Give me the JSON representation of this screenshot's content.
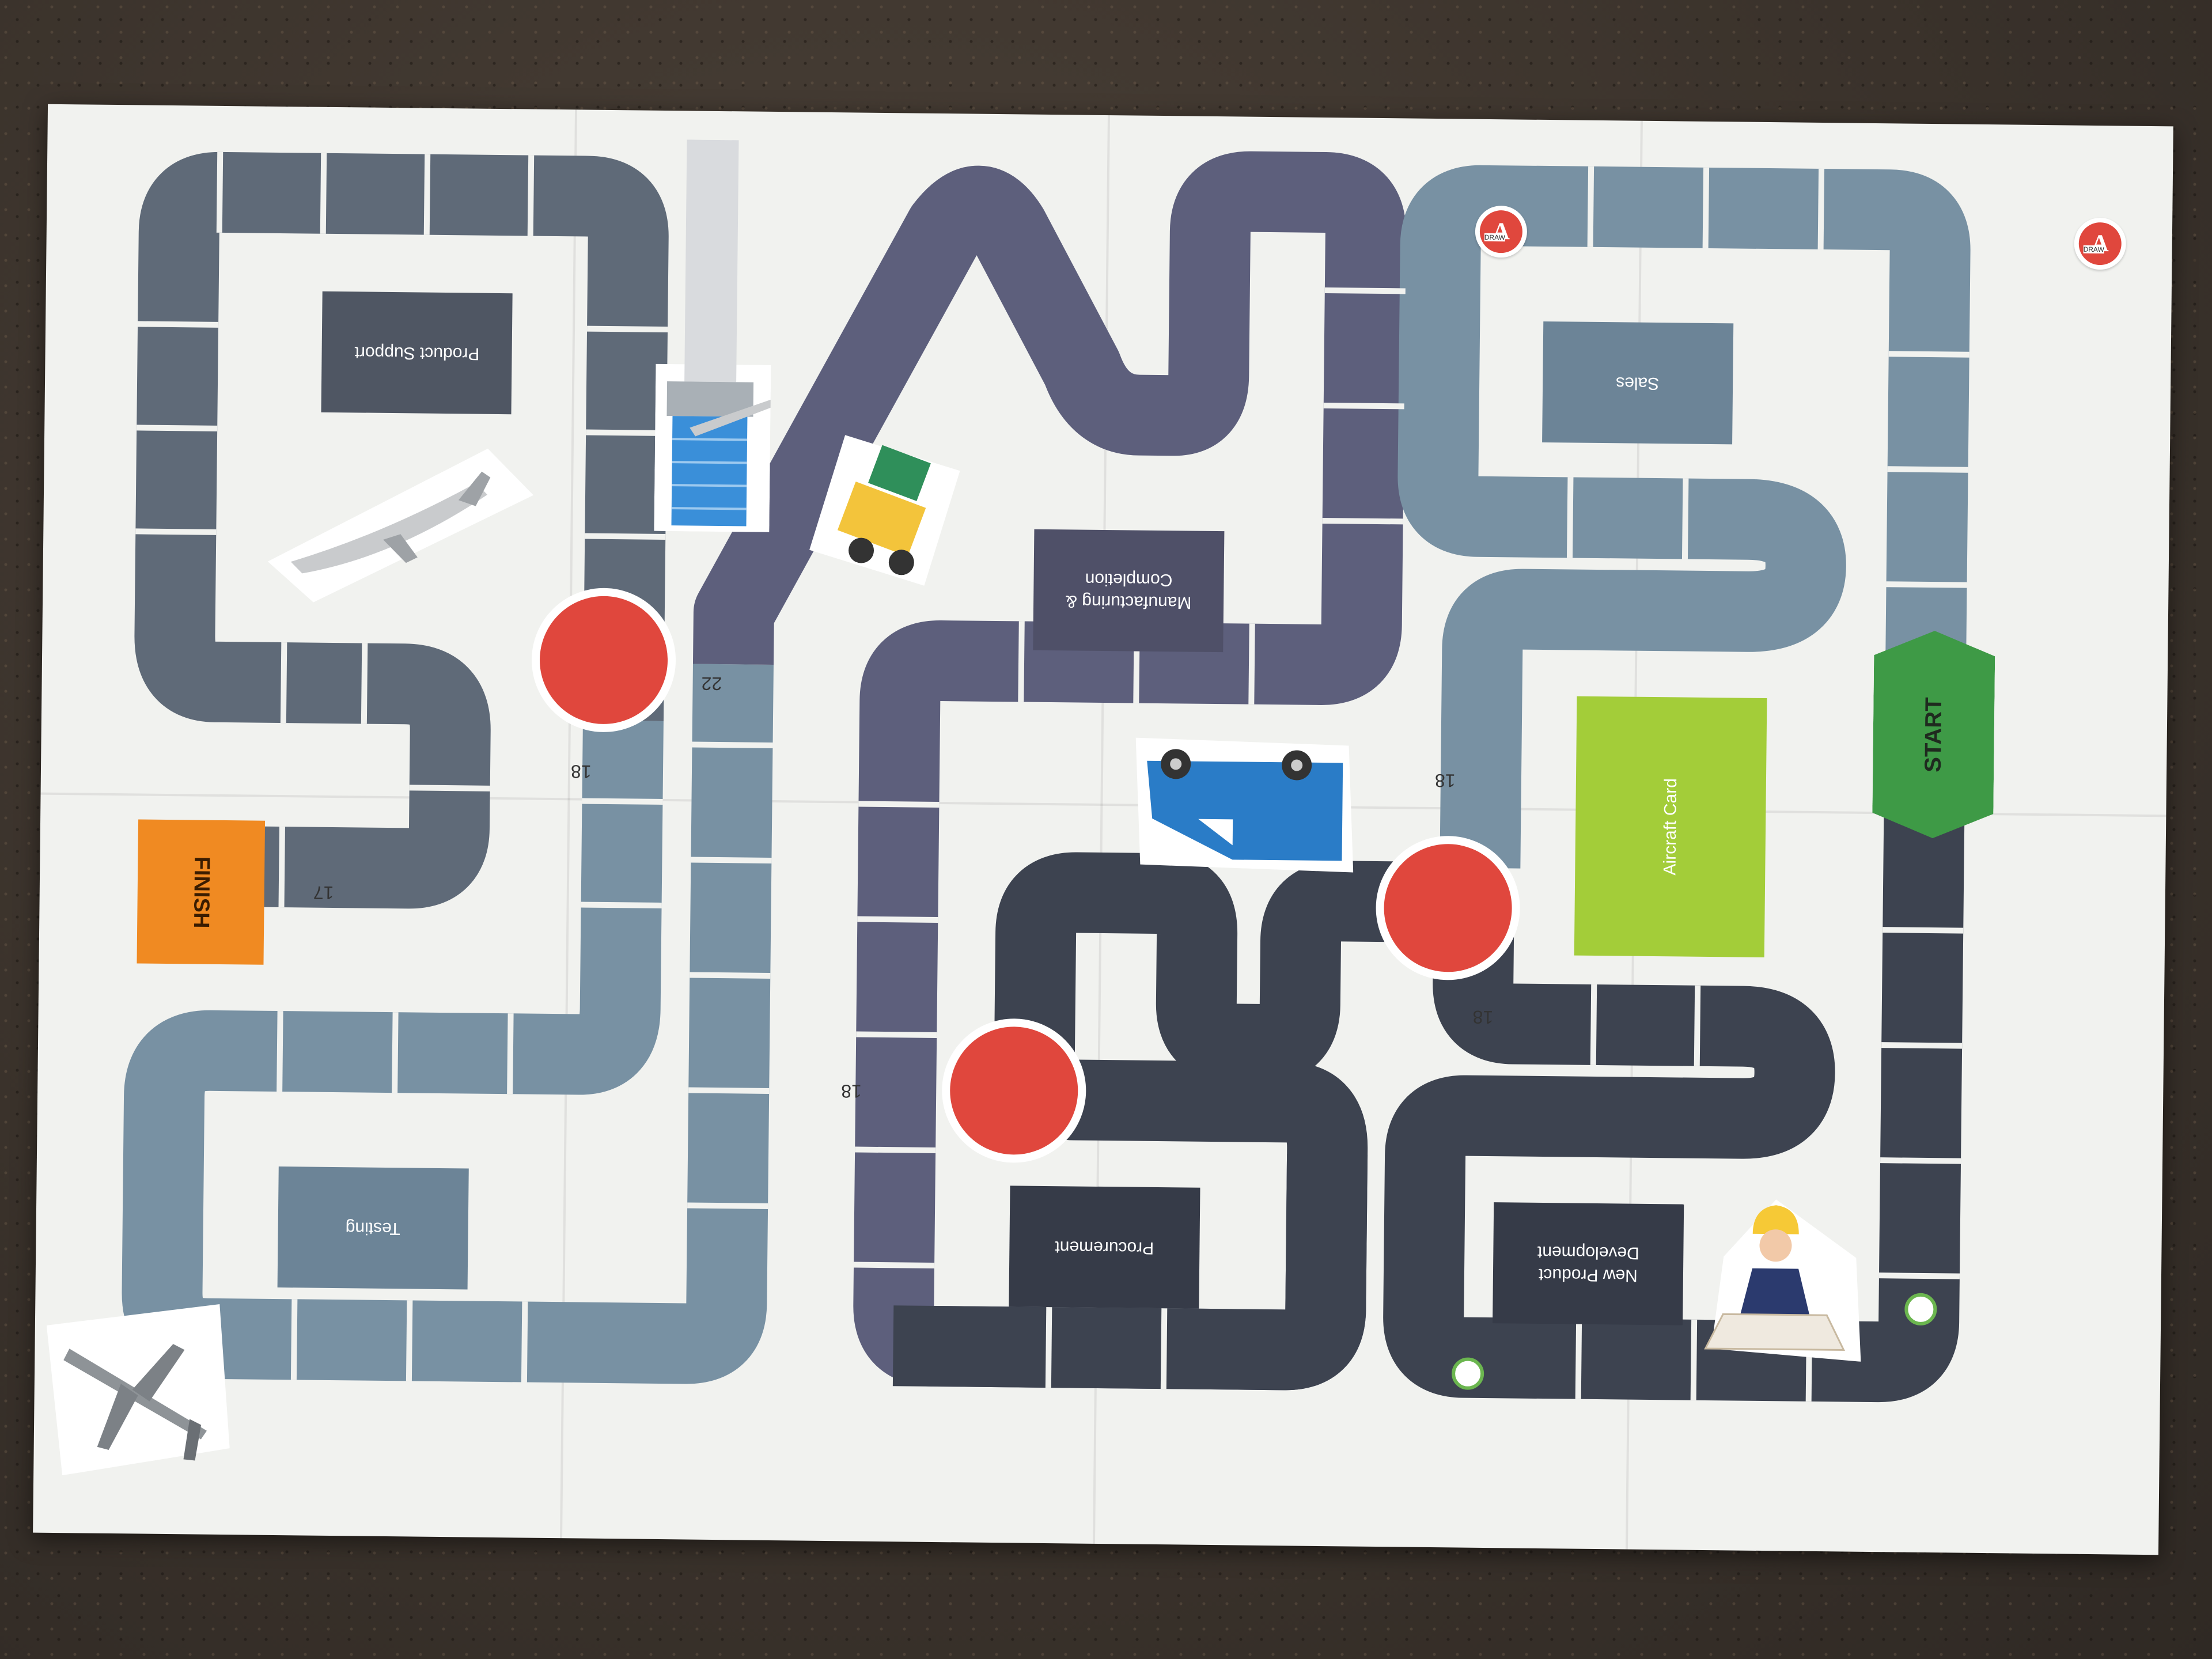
{
  "board": {
    "start_label": "START",
    "finish_label": "FINISH",
    "aircraft_card_label": "Aircraft Card",
    "stages": [
      {
        "id": "product-support",
        "label": "Product Support"
      },
      {
        "id": "manufacturing",
        "label": "Manufacturing & Completion"
      },
      {
        "id": "sales",
        "label": "Sales"
      },
      {
        "id": "testing",
        "label": "Testing"
      },
      {
        "id": "procurement",
        "label": "Procurement"
      },
      {
        "id": "new-product-development",
        "label": "New Product Development"
      }
    ],
    "space_numbers": [
      "18",
      "22",
      "17",
      "18",
      "18",
      "18"
    ],
    "draw_badge": {
      "letter": "A",
      "tag": "DRAW"
    }
  },
  "colors": {
    "track_slate": "#5f6a78",
    "track_purple": "#5d5f7c",
    "track_blue": "#7891a3",
    "track_dark": "#3d4350",
    "red_dot": "#e0473d",
    "start": "#3e9a46",
    "finish": "#f08a22",
    "aircraft_card": "#a3cd39"
  }
}
